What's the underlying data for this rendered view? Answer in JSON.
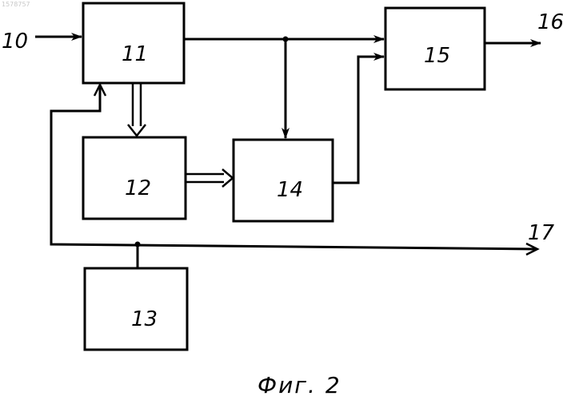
{
  "header_mark": "1578757",
  "blocks": {
    "b11": "11",
    "b12": "12",
    "b13": "13",
    "b14": "14",
    "b15": "15"
  },
  "terminals": {
    "in10": "10",
    "out16": "16",
    "out17": "17"
  },
  "caption": "Фиг. 2"
}
